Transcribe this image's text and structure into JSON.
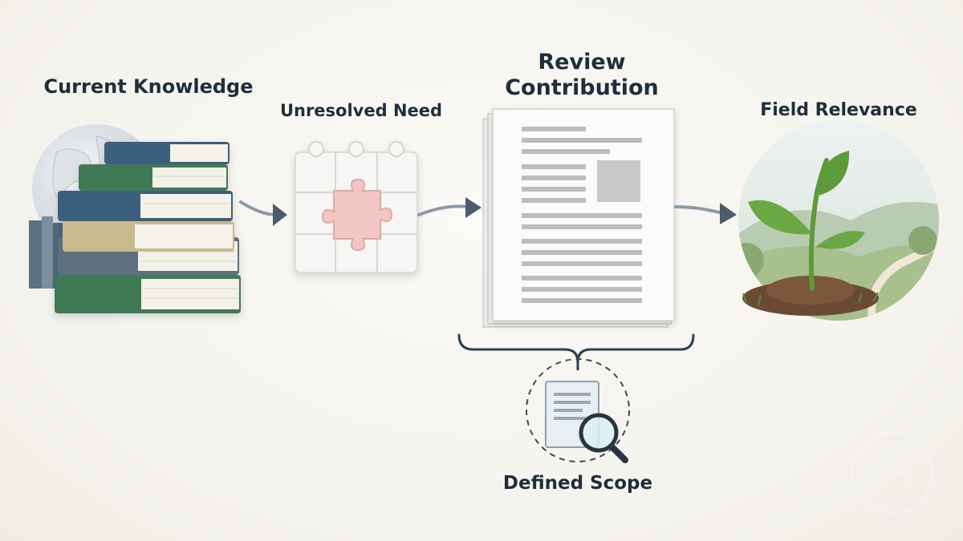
{
  "steps": {
    "current_knowledge": "Current Knowledge",
    "unresolved_need": "Unresolved Need",
    "review_contribution": "Review Contribution",
    "field_relevance": "Field Relevance",
    "defined_scope": "Defined Scope"
  },
  "icons": {
    "step1": "books-globe-icon",
    "step2": "puzzle-missing-piece-icon",
    "step3": "document-stack-icon",
    "step4": "sprout-landscape-icon",
    "scope": "magnifier-document-icon"
  },
  "colors": {
    "text": "#1f2e3c",
    "arrow": "#4a5d6e",
    "puzzle_gap": "#f2c6c4",
    "book_green": "#3f7a55",
    "book_blue": "#3c5e7e",
    "book_tan": "#c9b98f",
    "sprout": "#5d9a3a"
  }
}
